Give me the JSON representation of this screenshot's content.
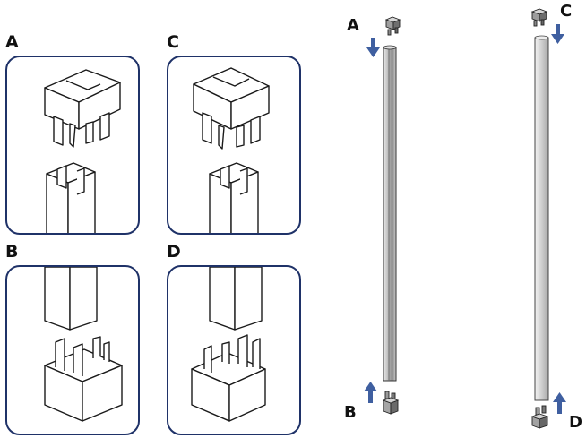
{
  "labels": {
    "panel_a": "A",
    "panel_b": "B",
    "panel_c": "C",
    "panel_d": "D",
    "rail_a": "A",
    "rail_b": "B",
    "rail_c": "C",
    "rail_d": "D"
  },
  "colors": {
    "panel_border": "#1f3268",
    "arrow": "#3f5fa0",
    "line": "#1a1a1a",
    "rail_face": "#b9b9b9",
    "rail_dark": "#7a7a7a",
    "rail_light": "#e9e9e9"
  }
}
